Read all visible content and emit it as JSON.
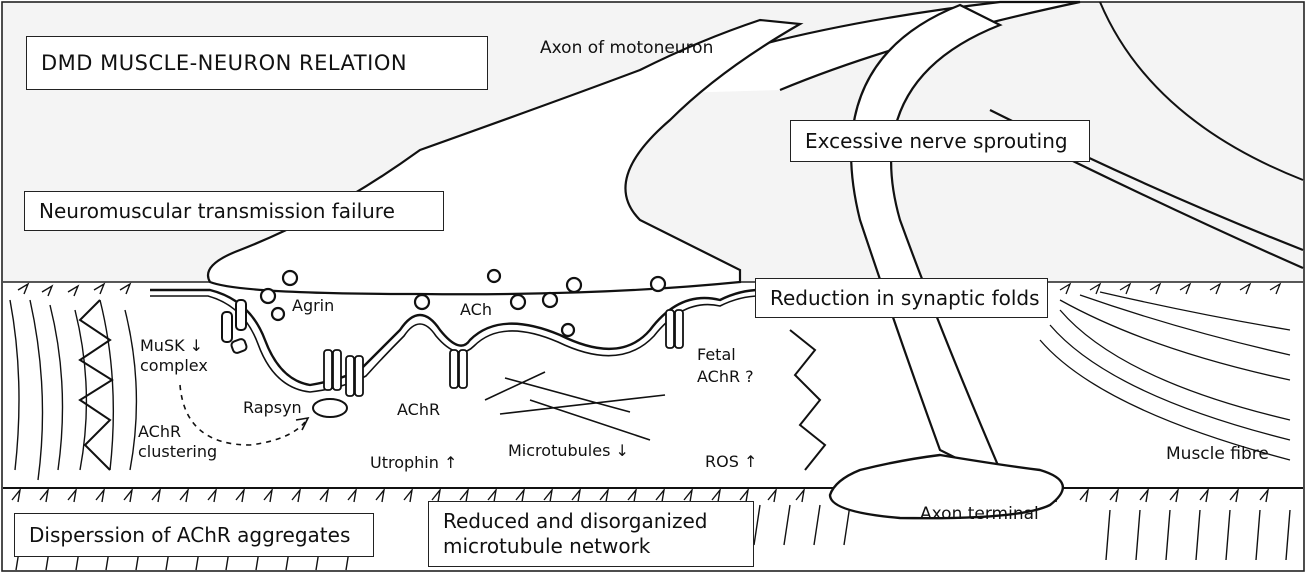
{
  "title": "DMD MUSCLE-NEURON RELATION",
  "boxes": {
    "transmission_failure": "Neuromuscular transmission failure",
    "nerve_sprouting": "Excessive nerve sprouting",
    "synaptic_folds": "Reduction in synaptic folds",
    "dispersion": "Disperssion of AChR aggregates",
    "microtubule_network_line1": "Reduced and disorganized",
    "microtubule_network_line2": "microtubule network"
  },
  "labels": {
    "axon": "Axon of motoneuron",
    "agrin": "Agrin",
    "ach": "ACh",
    "musk_line1": "MuSK ↓",
    "musk_line2": "complex",
    "rapsyn": "Rapsyn",
    "achr": "AChR",
    "fetal_line1": "Fetal",
    "fetal_line2": "AChR ?",
    "clustering_line1": "AChR",
    "clustering_line2": "clustering",
    "utrophin": "Utrophin ↑",
    "microtubules": "Microtubules ↓",
    "ros": "ROS ↑",
    "muscle_fibre": "Muscle fibre",
    "axon_terminal": "Axon terminal"
  },
  "colors": {
    "stroke": "#111111",
    "background_gray": "#f4f4f4",
    "muscle_white": "#ffffff"
  }
}
